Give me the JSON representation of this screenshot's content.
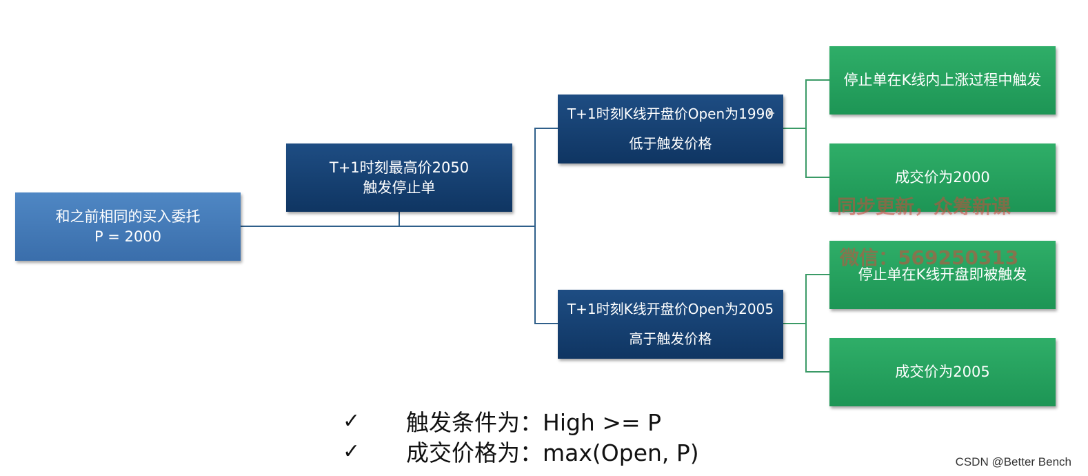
{
  "diagram": {
    "root": {
      "line1": "和之前相同的买入委托",
      "line2": "P = 2000"
    },
    "trigger": {
      "line1": "T+1时刻最高价2050",
      "line2": "触发停止单"
    },
    "branch_low": {
      "line1": "T+1时刻K线开盘价Open为1990",
      "line2": "低于触发价格"
    },
    "branch_high": {
      "line1": "T+1时刻K线开盘价Open为2005",
      "line2": "高于触发价格"
    },
    "outcomes": [
      "停止单在K线内上涨过程中触发",
      "成交价为2000",
      "停止单在K线开盘即被触发",
      "成交价为2005"
    ]
  },
  "notes": {
    "check_symbol": "✓",
    "items": [
      "触发条件为：High >= P",
      "成交价格为：max(Open, P)"
    ]
  },
  "watermark": {
    "line1": "同步更新，众筹新课",
    "line2": "微信：569250313"
  },
  "credit": "CSDN @Better Bench",
  "colors": {
    "root_blue": "#3a6eab",
    "navy": "#0f3562",
    "green": "#1d9555",
    "connector": "#2f5f8a",
    "green_connector": "#3a9a66"
  }
}
